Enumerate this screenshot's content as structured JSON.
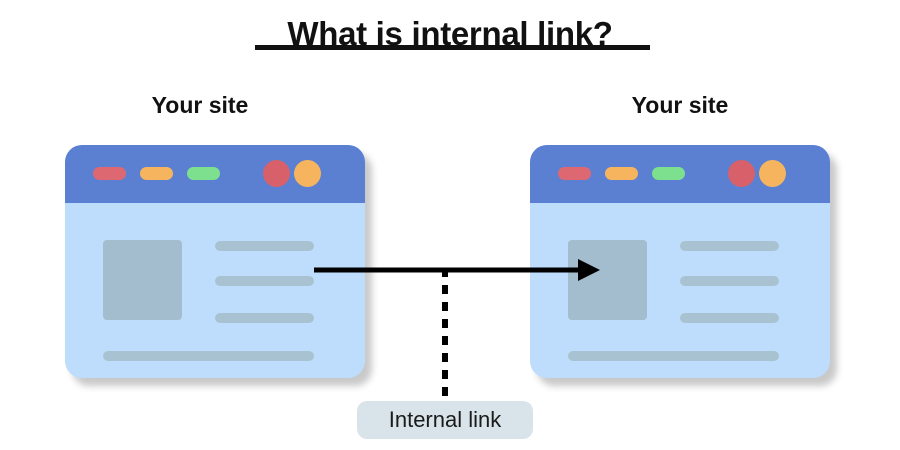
{
  "title": {
    "text": "What is internal link?",
    "underline": true
  },
  "colors": {
    "titlebar": "#5c80d1",
    "window_body": "#bedcfb",
    "placeholder": "#a3bcce",
    "content_line": "#a9c2d2",
    "pill_red": "#dd6872",
    "pill_orange": "#f6b45f",
    "pill_green": "#7ce08f",
    "dot_red": "#d8606b",
    "dot_orange": "#f6b45f",
    "arrow": "#000000",
    "label_background": "#d9e4ea",
    "text": "#111111"
  },
  "diagram": {
    "source": {
      "caption": "Your site",
      "titlebar_pills": [
        "pill-red",
        "pill-orange",
        "pill-green"
      ],
      "titlebar_dots": [
        "dot-red",
        "dot-orange"
      ],
      "content_lines": 4,
      "has_image_placeholder": true
    },
    "target": {
      "caption": "Your site",
      "titlebar_pills": [
        "pill-red",
        "pill-orange",
        "pill-green"
      ],
      "titlebar_dots": [
        "dot-red",
        "dot-orange"
      ],
      "content_lines": 4,
      "has_image_placeholder": true
    },
    "connector": {
      "label": "Internal link",
      "arrow_direction": "left-to-right",
      "line_style": "dashed"
    }
  }
}
